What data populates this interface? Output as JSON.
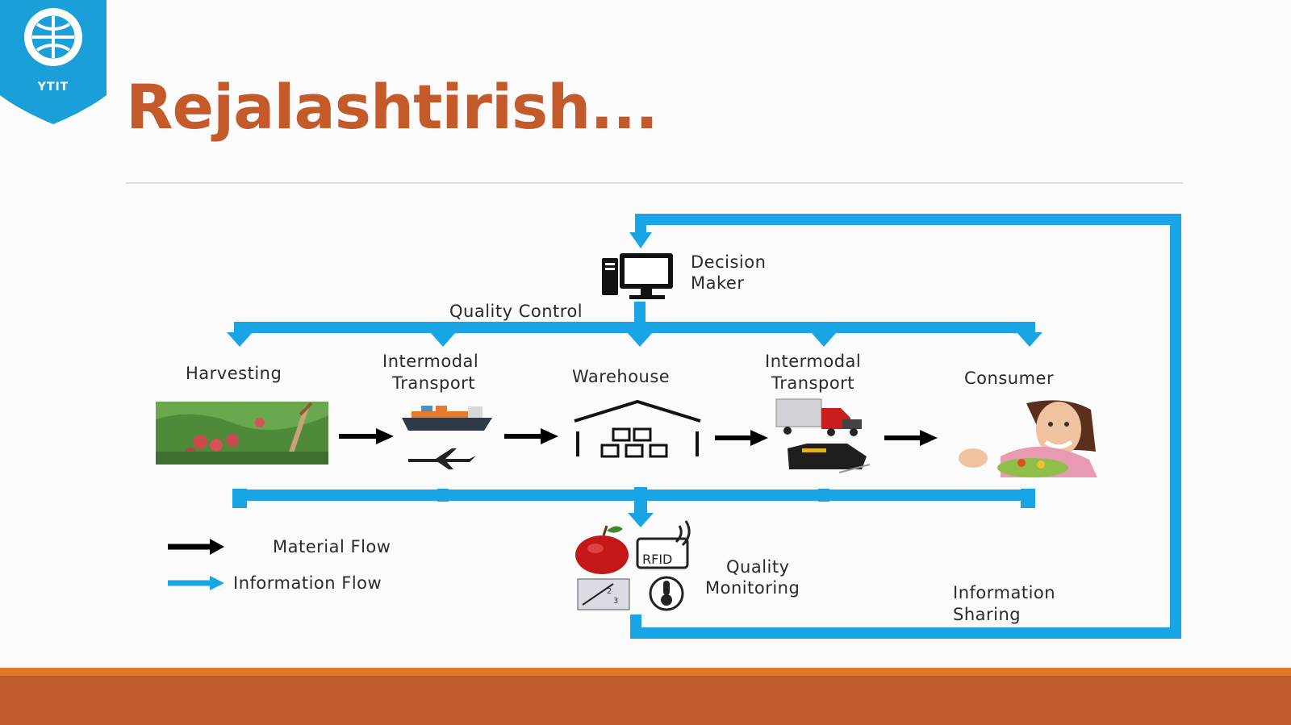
{
  "header": {
    "logo_text": "YTIT",
    "title": "Rejalashtirish..."
  },
  "diagram": {
    "decision_maker": [
      "Decision",
      "Maker"
    ],
    "quality_control": "Quality Control",
    "stages": {
      "harvesting": [
        "Harvesting"
      ],
      "intermodal_1": [
        "Intermodal",
        "Transport"
      ],
      "warehouse": [
        "Warehouse"
      ],
      "intermodal_2": [
        "Intermodal",
        "Transport"
      ],
      "consumer": [
        "Consumer"
      ]
    },
    "quality_monitoring": [
      "Quality",
      "Monitoring"
    ],
    "rfid_label": "RFID",
    "information_sharing": [
      "Information",
      "Sharing"
    ],
    "legend": {
      "material_flow": "Material Flow",
      "information_flow": "Information Flow"
    },
    "colors": {
      "information_flow": "#19a4e5",
      "material_flow": "#000000"
    }
  },
  "theme": {
    "accent": "#c4592a",
    "footer": "#bf5b2b",
    "footer_strip": "#e07a28"
  }
}
